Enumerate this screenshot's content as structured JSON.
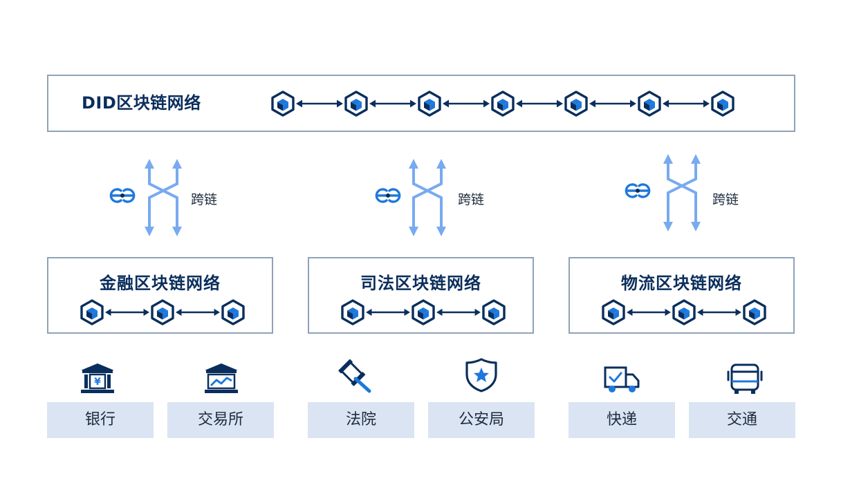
{
  "colors": {
    "dark": "#0a2e5c",
    "accent": "#1e78dc",
    "arrow": "#78aaf0",
    "border": "#8ea2b8",
    "label_bg": "#dbe4f3"
  },
  "did_network": {
    "title": "DID区块链网络",
    "node_count": 7
  },
  "cross_chain": {
    "label": "跨链",
    "logo_icon": "interchain-logo-icon",
    "arrow_icon": "cross-chain-arrows-icon"
  },
  "sub_networks": [
    {
      "title": "金融区块链网络",
      "node_count": 3,
      "endpoints": [
        {
          "label": "银行",
          "icon": "bank-icon"
        },
        {
          "label": "交易所",
          "icon": "exchange-icon"
        }
      ]
    },
    {
      "title": "司法区块链网络",
      "node_count": 3,
      "endpoints": [
        {
          "label": "法院",
          "icon": "gavel-icon"
        },
        {
          "label": "公安局",
          "icon": "police-shield-icon"
        }
      ]
    },
    {
      "title": "物流区块链网络",
      "node_count": 3,
      "endpoints": [
        {
          "label": "快递",
          "icon": "delivery-truck-icon"
        },
        {
          "label": "交通",
          "icon": "bus-icon"
        }
      ]
    }
  ]
}
